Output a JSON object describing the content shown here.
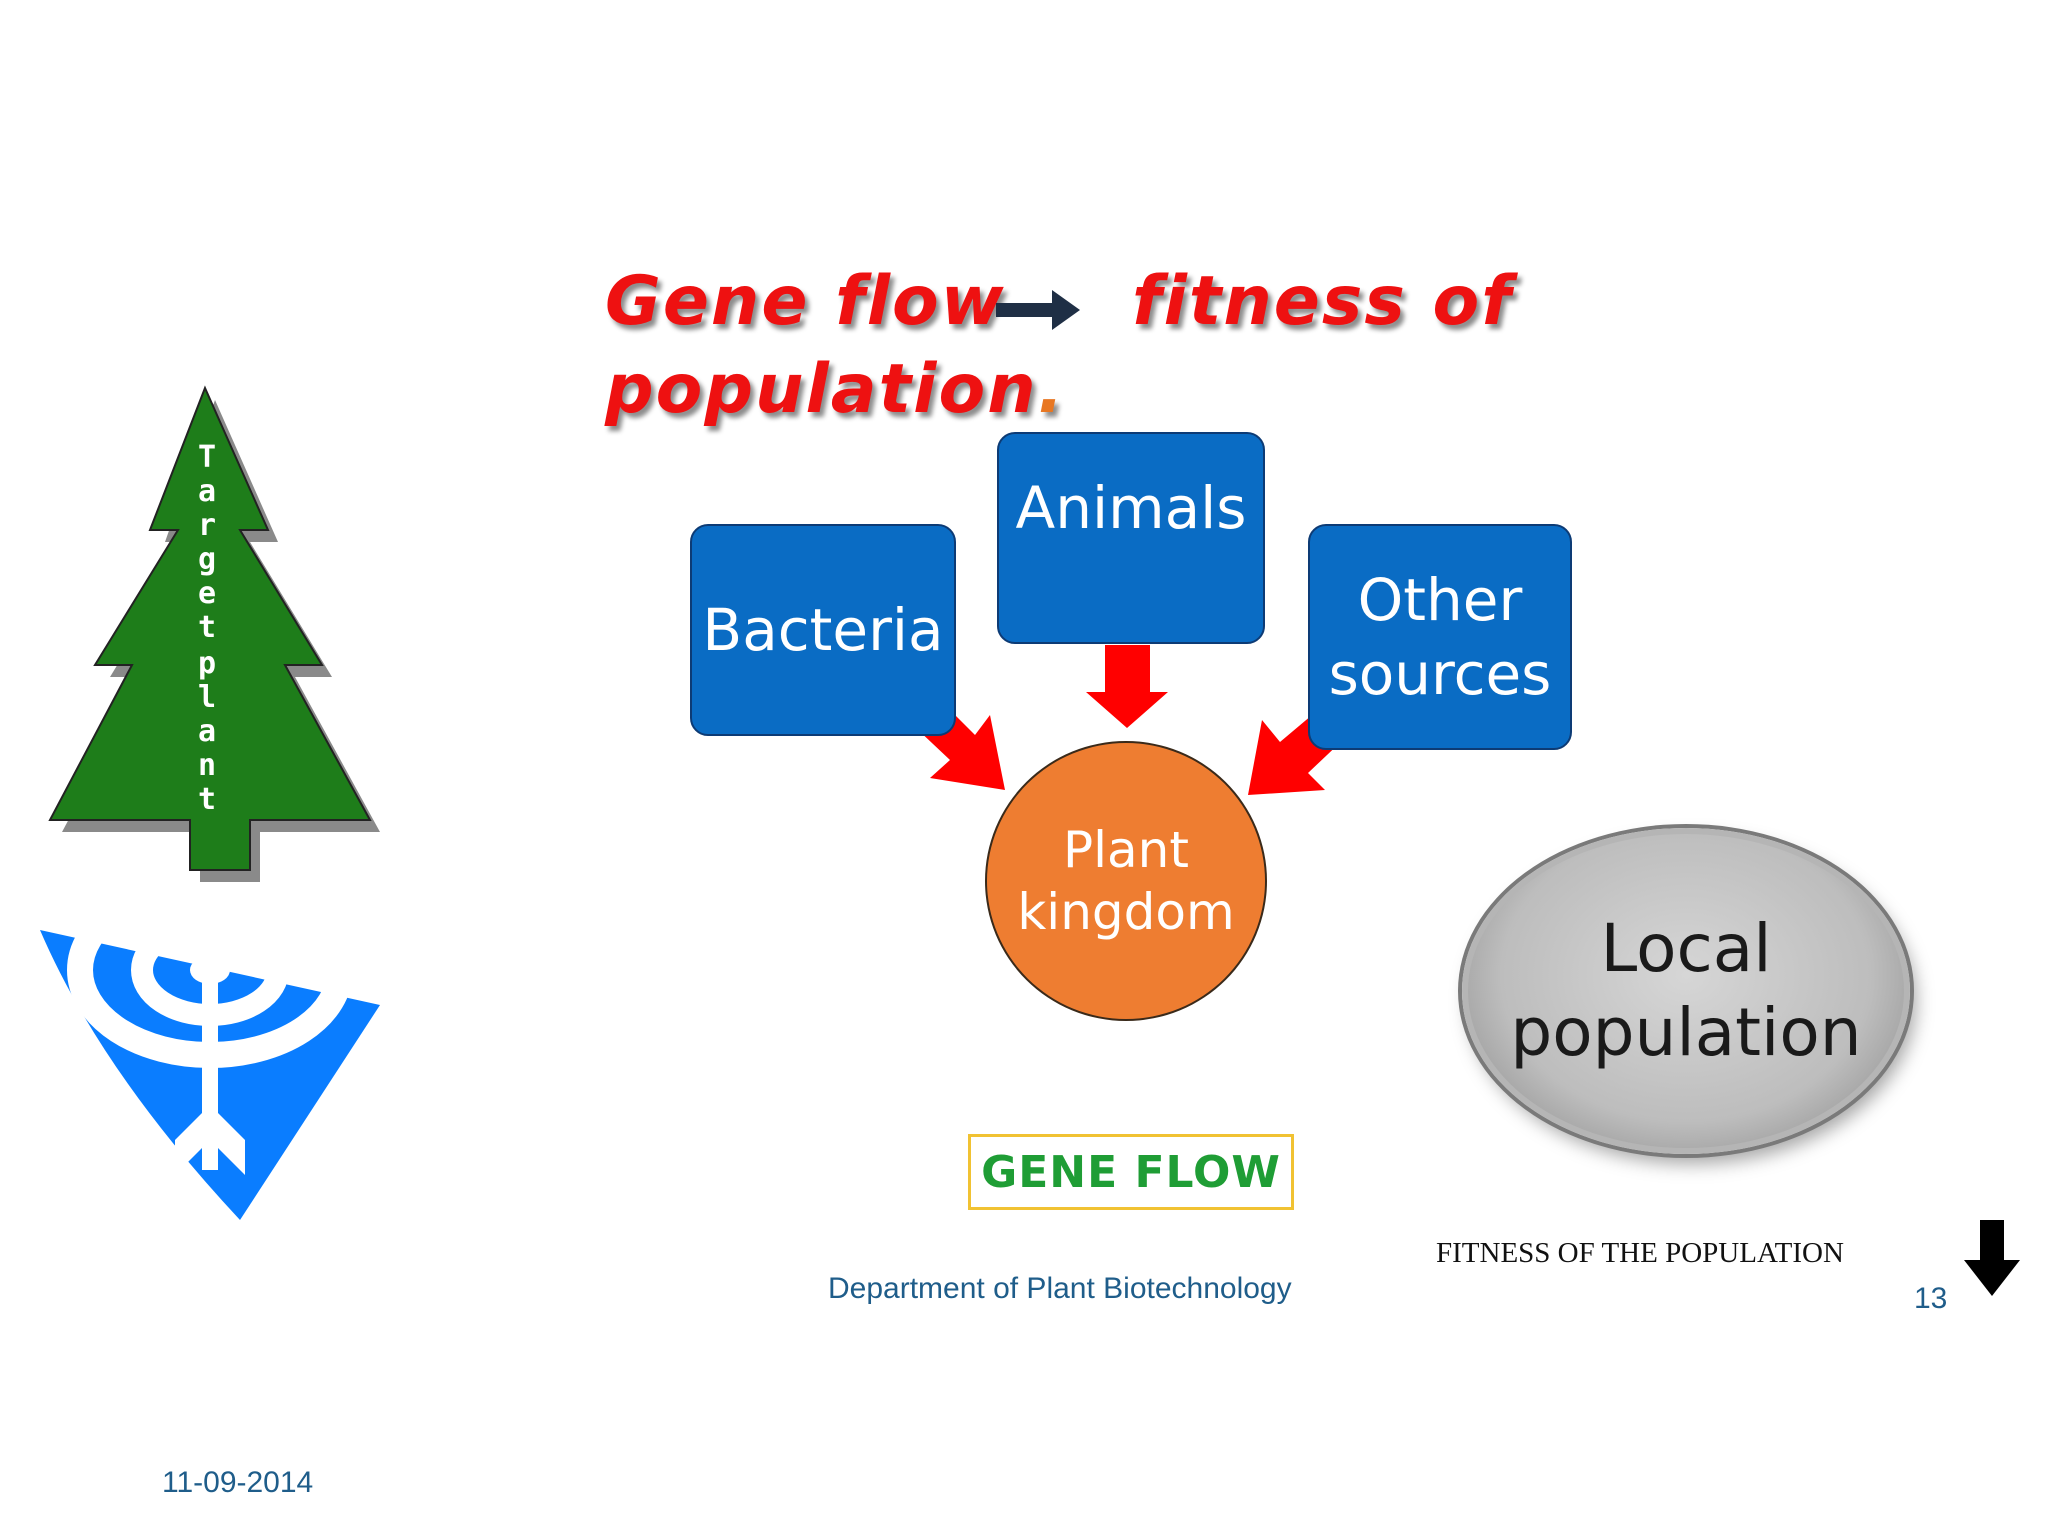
{
  "title": {
    "part1": "Gene flow",
    "part2": "fitness of",
    "part3": "population",
    "dot": "."
  },
  "sources": {
    "bacteria": "Bacteria",
    "animals": "Animals",
    "other_line1": "Other",
    "other_line2": "sources"
  },
  "center": {
    "line1": "Plant",
    "line2": "kingdom"
  },
  "local_population": {
    "line1": "Local",
    "line2": "population"
  },
  "gene_flow_label": "GENE FLOW",
  "fitness_label": "FITNESS OF THE POPULATION",
  "footer": {
    "department": "Department of Plant Biotechnology",
    "page_number": "13",
    "date": "11-09-2014"
  },
  "logo": {
    "tree_text": "Targetplant"
  },
  "colors": {
    "title_red": "#ee1111",
    "box_blue": "#0a6cc4",
    "circle_orange": "#ee7d31",
    "arrow_red": "#ff0000",
    "tree_green": "#1e7d1a",
    "shield_blue": "#0a7dff",
    "label_green": "#1f9d35"
  },
  "icons": [
    "right-arrow-icon",
    "down-arrow-icon",
    "tree-logo-icon",
    "target-shield-icon"
  ]
}
